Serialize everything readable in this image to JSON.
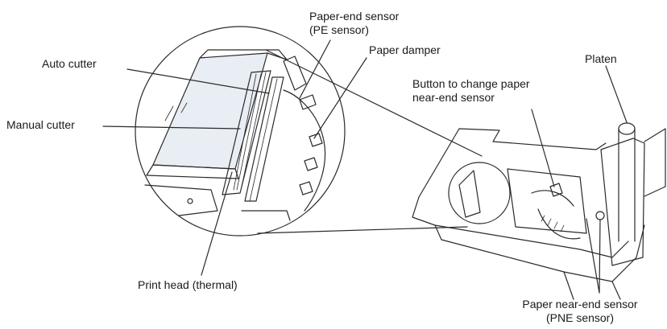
{
  "labels": {
    "pe_sensor_line1": "Paper-end sensor",
    "pe_sensor_line2": "(PE sensor)",
    "paper_damper": "Paper damper",
    "auto_cutter": "Auto cutter",
    "manual_cutter": "Manual cutter",
    "print_head": "Print head (thermal)",
    "platen": "Platen",
    "button_line1": "Button to change paper",
    "button_line2": "near-end sensor",
    "pne_line1": "Paper near-end sensor",
    "pne_line2": "(PNE sensor)"
  },
  "colors": {
    "line": "#2a2a2a",
    "background": "#ffffff",
    "glass": "#e8eef3"
  }
}
